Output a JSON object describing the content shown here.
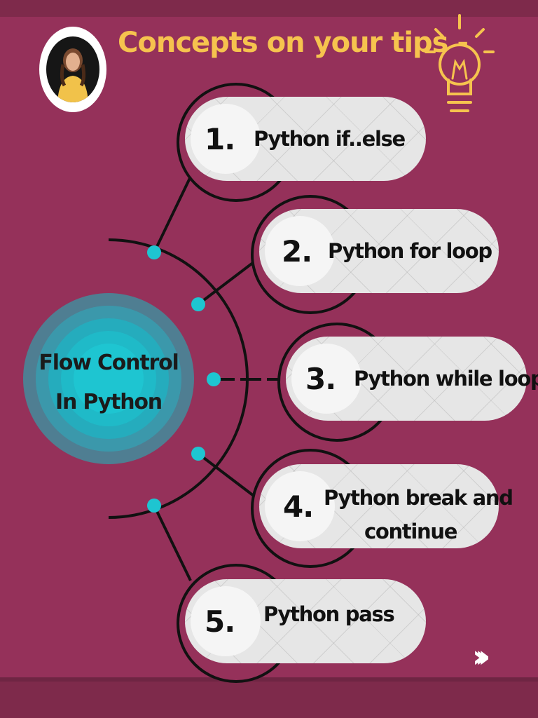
{
  "header": {
    "title": "Concepts on your tips -"
  },
  "hub": {
    "line1": "Flow Control",
    "line2": "In Python"
  },
  "items": [
    {
      "number": "1.",
      "label": "Python if..else"
    },
    {
      "number": "2.",
      "label": "Python for loop"
    },
    {
      "number": "3.",
      "label": "Python while loop"
    },
    {
      "number": "4.",
      "label_line1": "Python break and",
      "label_line2": "continue"
    },
    {
      "number": "5.",
      "label": "Python pass"
    }
  ],
  "footer": {
    "next_arrows": "›››"
  },
  "colors": {
    "background": "#95315a",
    "title": "#f6c34e",
    "hub_teal": "#1ec5d1",
    "node_teal": "#1ec5d1",
    "pill": "#e6e6e6"
  },
  "icons": [
    "lightbulb-icon",
    "next-arrows-icon",
    "avatar-photo"
  ]
}
